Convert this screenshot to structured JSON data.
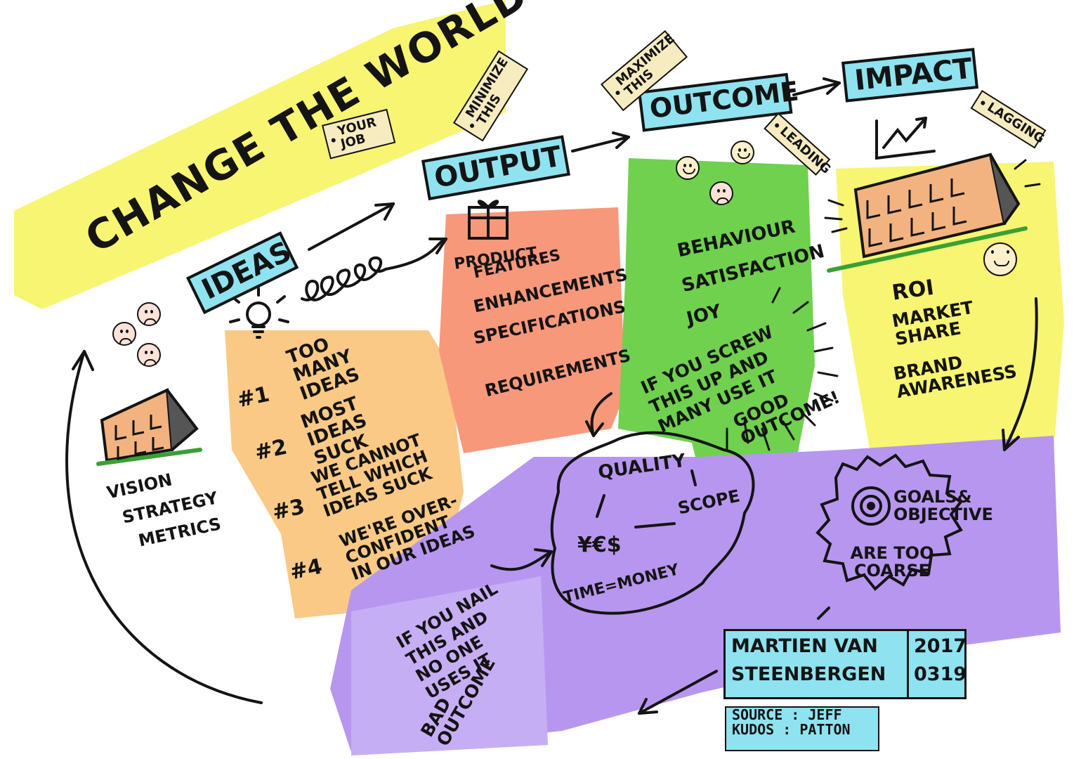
{
  "title": "CHANGE THE WORLD",
  "your_job_tag": "YOUR JOB",
  "stages": {
    "ideas": "IDEAS",
    "output": "OUTPUT",
    "outcome": "OUTCOME",
    "impact": "IMPACT"
  },
  "tags": {
    "minimize": "MINIMIZE THIS",
    "maximize": "MAXIMIZE THIS",
    "leading": "LEADING",
    "lagging": "LAGGING"
  },
  "vision_lines": [
    "VISION",
    "STRATEGY",
    "METRICS"
  ],
  "ideas_problems": [
    {
      "num": "#1",
      "text": "TOO MANY IDEAS"
    },
    {
      "num": "#2",
      "text": "MOST IDEAS SUCK"
    },
    {
      "num": "#3",
      "text": "WE CANNOT TELL WHICH IDEAS SUCK"
    },
    {
      "num": "#4",
      "text": "WE'RE OVER-CONFIDENT IN OUR IDEAS"
    }
  ],
  "output_list": {
    "heading": "PRODUCT",
    "items": [
      "FEATURES",
      "ENHANCEMENTS",
      "SPECIFICATIONS",
      "REQUIREMENTS"
    ]
  },
  "outcome_list": [
    "BEHAVIOUR",
    "SATISFACTION",
    "JOY"
  ],
  "screw_up_note": "IF YOU SCREW THIS UP AND MANY USE IT",
  "good_outcome": "GOOD OUTCOME!",
  "impact_list": [
    "ROI",
    "MARKET SHARE",
    "BRAND AWARENESS"
  ],
  "triangle": {
    "quality": "QUALITY",
    "scope": "SCOPE",
    "currency": "¥€$",
    "time": "TIME=MONEY"
  },
  "goals": {
    "title": "GOALS& OBJECTIVE",
    "note": "ARE TOO COARSE"
  },
  "nail_note": "IF YOU NAIL THIS AND NO ONE USES IT",
  "bad_outcome": "BAD OUTCOME",
  "author": {
    "name_line1": "MARTIEN VAN",
    "name_line2": "STEENBERGEN",
    "date_line1": "2017",
    "date_line2": "0319"
  },
  "source": {
    "line1": "SOURCE : JEFF",
    "line2": "KUDOS : PATTON"
  },
  "colors": {
    "yellow": "#f7f572",
    "orange": "#fbc986",
    "salmon": "#f8987b",
    "green": "#6fd14e",
    "purple": "#b796f0",
    "cyan": "#8fe3f0",
    "tag": "#f7ecc0"
  }
}
